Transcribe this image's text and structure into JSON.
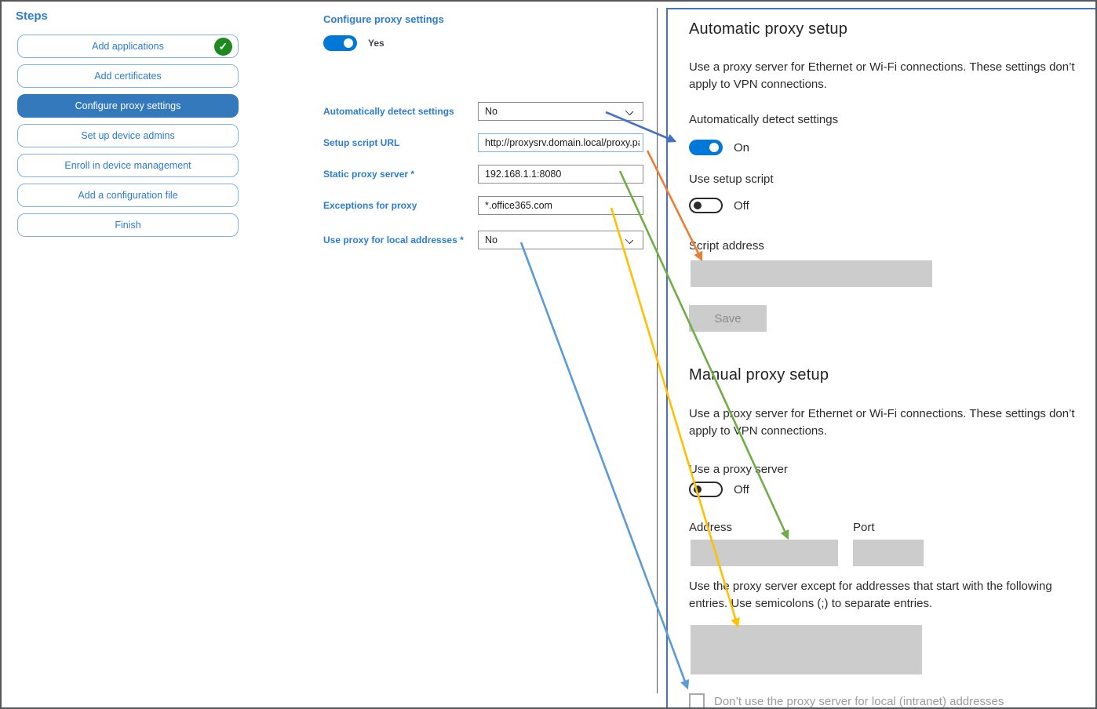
{
  "sidebar": {
    "title": "Steps",
    "items": [
      {
        "label": "Add applications",
        "state": "completed"
      },
      {
        "label": "Add certificates",
        "state": "normal"
      },
      {
        "label": "Configure proxy settings",
        "state": "active"
      },
      {
        "label": "Set up device admins",
        "state": "normal"
      },
      {
        "label": "Enroll in device management",
        "state": "normal"
      },
      {
        "label": "Add a configuration file",
        "state": "normal"
      },
      {
        "label": "Finish",
        "state": "normal"
      }
    ],
    "completed_check_glyph": "✓"
  },
  "wizard": {
    "title": "Configure proxy settings",
    "enabled_toggle": {
      "state": "on",
      "label": "Yes"
    },
    "fields": [
      {
        "label": "Automatically detect settings",
        "type": "select",
        "value": "No"
      },
      {
        "label": "Setup script URL",
        "type": "text",
        "value": "http://proxysrv.domain.local/proxy.pa"
      },
      {
        "label": "Static proxy server *",
        "type": "text",
        "value": "192.168.1.1:8080"
      },
      {
        "label": "Exceptions for proxy",
        "type": "text",
        "value": "*.office365.com"
      },
      {
        "label": "Use proxy for local addresses *",
        "type": "select",
        "value": "No"
      }
    ]
  },
  "settings_panel": {
    "automatic": {
      "title": "Automatic proxy setup",
      "description": "Use a proxy server for Ethernet or Wi-Fi connections. These settings don’t apply to VPN connections.",
      "auto_detect_label": "Automatically detect settings",
      "auto_detect_state": "On",
      "setup_script_label": "Use setup script",
      "setup_script_state": "Off",
      "script_address_label": "Script address",
      "save_label": "Save"
    },
    "manual": {
      "title": "Manual proxy setup",
      "description": "Use a proxy server for Ethernet or Wi-Fi connections. These settings don’t apply to VPN connections.",
      "use_proxy_label": "Use a proxy server",
      "use_proxy_state": "Off",
      "address_label": "Address",
      "port_label": "Port",
      "exceptions_help": "Use the proxy server except for addresses that start with the following entries. Use semicolons (;) to separate entries.",
      "local_checkbox_label": "Don’t use the proxy server for local (intranet) addresses"
    }
  },
  "colors": {
    "accent_blue": "#0078d7",
    "wizard_blue": "#2b7cd3",
    "panel_border": "#4472c4",
    "completed_green": "#1e8a1e"
  },
  "arrows": [
    {
      "name": "auto-detect-mapping",
      "color": "#4472c4"
    },
    {
      "name": "setup-script-url-mapping",
      "color": "#ed7d31"
    },
    {
      "name": "static-proxy-mapping",
      "color": "#70ad47"
    },
    {
      "name": "proxy-exceptions-mapping",
      "color": "#ffc000"
    },
    {
      "name": "local-addresses-mapping",
      "color": "#5b9bd5"
    }
  ]
}
